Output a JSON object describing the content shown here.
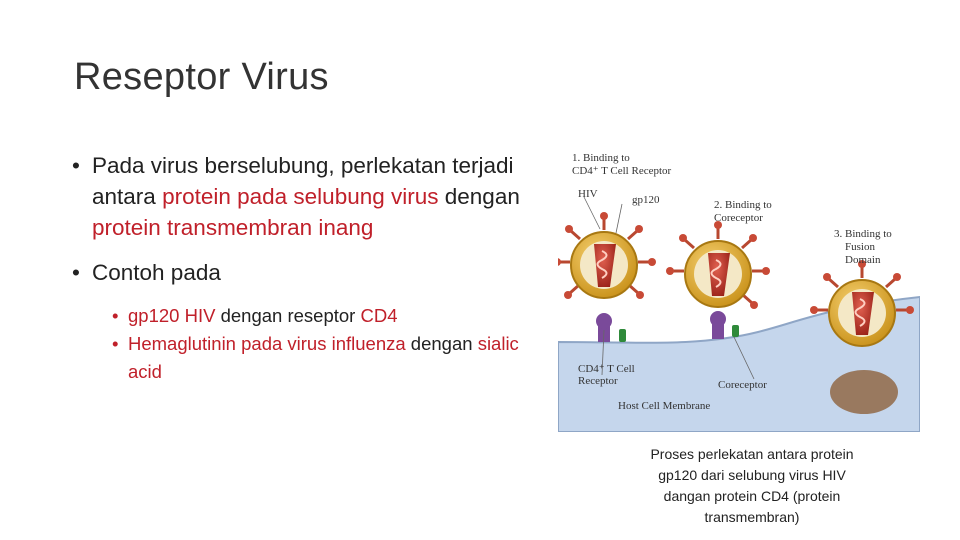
{
  "slide": {
    "title": "Reseptor Virus",
    "bullet1": {
      "t1": "Pada virus berselubung, perlekatan terjadi antara ",
      "t2": "protein pada selubung virus",
      "t3": " dengan ",
      "t4": "protein transmembran inang"
    },
    "bullet2": {
      "text": "Contoh pada"
    },
    "sub1": {
      "t1": "gp120 HIV",
      "t2": " dengan reseptor ",
      "t3": "CD4"
    },
    "sub2": {
      "t1": "Hemaglutinin pada virus influenza",
      "t2": " dengan ",
      "t3": "sialic acid"
    }
  },
  "figure": {
    "labels": {
      "step1_line1": "1. Binding to",
      "step1_line2": "CD4⁺ T Cell Receptor",
      "hiv": "HIV",
      "gp120": "gp120",
      "step2_line1": "2. Binding to",
      "step2_line2": "Coreceptor",
      "step3_line1": "3. Binding to",
      "step3_line2": "Fusion",
      "step3_line3": "Domain",
      "cd4_line1": "CD4⁺ T Cell",
      "cd4_line2": "Receptor",
      "coreceptor": "Coreceptor",
      "membrane": "Host Cell Membrane"
    },
    "colors": {
      "cell_fill": "#c5d6ec",
      "cell_edge": "#8fa6c6",
      "envelope": "#e5b020",
      "capsid": "#c03028",
      "spike": "#b84830",
      "cd4": "#7a4a9a",
      "coreceptor": "#2f8a3a",
      "fusion": "#8a5a30"
    }
  },
  "caption": {
    "line1": "Proses perlekatan antara protein",
    "line2": "gp120 dari selubung virus HIV",
    "line3": "dangan protein CD4 (protein",
    "line4": "transmembran)"
  }
}
